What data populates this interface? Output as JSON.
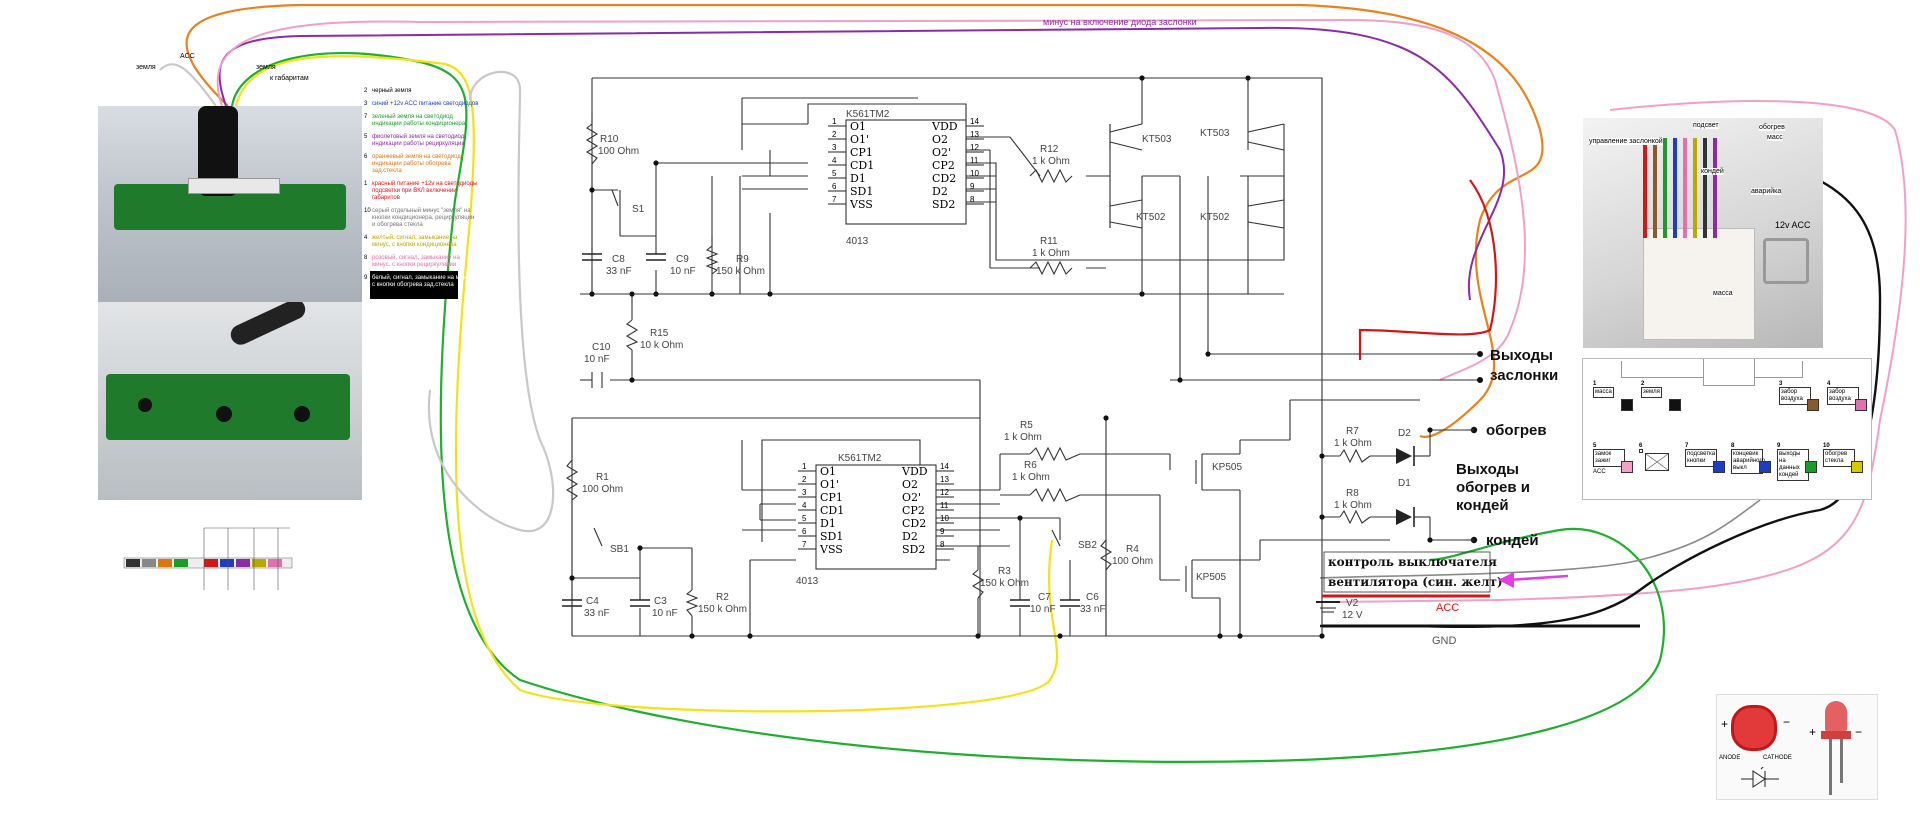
{
  "wire_labels": {
    "top_arc": "минус на включение диода заслонки",
    "ground": "земля",
    "ground_top": "земля",
    "dimmer": "к габаритам",
    "acc_small": "ACC"
  },
  "legend": [
    {
      "num": "2",
      "text": "черный земля",
      "color": "#000000"
    },
    {
      "num": "3",
      "text": "синий +12v ACC питание светодиодов",
      "color": "#1d3fbf"
    },
    {
      "num": "7",
      "text": "зеленый земля на светодиод индикации работы кондиционера",
      "color": "#1c9b2a"
    },
    {
      "num": "5",
      "text": "фиолетовый земля на светодиод индикации работы рециркуляции",
      "color": "#8a2ca6"
    },
    {
      "num": "6",
      "text": "оранжевый земля на светодиод индикации работы обогрева зад.стекла",
      "color": "#d9780f"
    },
    {
      "num": "1",
      "text": "красный питание +12v на светодиоды подсветки при ВКЛ включении габаритов",
      "color": "#d01818"
    },
    {
      "num": "10",
      "text": "серый отдельный минус \"земля\" на кнопки кондиционера, рециркуляции и обогрева стекла",
      "color": "#777777"
    },
    {
      "num": "4",
      "text": "желтый, сигнал, замыкание на минус, с кнопки кондиционера",
      "color": "#b8a800"
    },
    {
      "num": "8",
      "text": "розовый, сигнал, замыкание на минус, с кнопки рециркуляции",
      "color": "#e070b0"
    },
    {
      "num": "9",
      "text": "белый, сигнал, замыкание на минус, с кнопки обогрева зад.стекла",
      "color": "#ffffff"
    }
  ],
  "ic1": {
    "part": "K561TM2",
    "name": "4013",
    "left_pins": [
      [
        "1",
        "O1"
      ],
      [
        "2",
        "O1'"
      ],
      [
        "3",
        "CP1"
      ],
      [
        "4",
        "CD1"
      ],
      [
        "5",
        "D1"
      ],
      [
        "6",
        "SD1"
      ],
      [
        "7",
        "VSS"
      ]
    ],
    "right_pins": [
      [
        "14",
        "VDD"
      ],
      [
        "13",
        "O2"
      ],
      [
        "12",
        "O2'"
      ],
      [
        "11",
        "CP2"
      ],
      [
        "10",
        "CD2"
      ],
      [
        "9",
        "D2"
      ],
      [
        "8",
        "SD2"
      ]
    ]
  },
  "ic2": {
    "part": "K561TM2",
    "name": "4013",
    "left_pins": [
      [
        "1",
        "O1"
      ],
      [
        "2",
        "O1'"
      ],
      [
        "3",
        "CP1"
      ],
      [
        "4",
        "CD1"
      ],
      [
        "5",
        "D1"
      ],
      [
        "6",
        "SD1"
      ],
      [
        "7",
        "VSS"
      ]
    ],
    "right_pins": [
      [
        "14",
        "VDD"
      ],
      [
        "13",
        "O2"
      ],
      [
        "12",
        "O2'"
      ],
      [
        "11",
        "CP2"
      ],
      [
        "10",
        "CD2"
      ],
      [
        "9",
        "D2"
      ],
      [
        "8",
        "SD2"
      ]
    ]
  },
  "components": {
    "R10": [
      "R10",
      "100 Ohm"
    ],
    "S1": "S1",
    "C8": [
      "C8",
      "33 nF"
    ],
    "C9": [
      "C9",
      "10 nF"
    ],
    "R9": [
      "R9",
      "150 k Ohm"
    ],
    "R12": [
      "R12",
      "1 k Ohm"
    ],
    "R11": [
      "R11",
      "1 k Ohm"
    ],
    "T1a": "KT503",
    "T1b": "KT502",
    "T2a": "KT503",
    "T2b": "KT502",
    "C10": [
      "C10",
      "10 nF"
    ],
    "R15": [
      "R15",
      "10 k Ohm"
    ],
    "R1": [
      "R1",
      "100 Ohm"
    ],
    "SB1": "SB1",
    "C4": [
      "C4",
      "33 nF"
    ],
    "C3": [
      "C3",
      "10 nF"
    ],
    "R2": [
      "R2",
      "150 k Ohm"
    ],
    "R5": [
      "R5",
      "1 k Ohm"
    ],
    "R6": [
      "R6",
      "1 k Ohm"
    ],
    "R3": [
      "R3",
      "150 k Ohm"
    ],
    "C7": [
      "C7",
      "10 nF"
    ],
    "SB2": "SB2",
    "C6": [
      "C6",
      "33 nF"
    ],
    "R4": [
      "R4",
      "100 Ohm"
    ],
    "Q1": "KP505",
    "Q2": "KP505",
    "R7": [
      "R7",
      "1 k Ohm"
    ],
    "D2": "D2",
    "R8": [
      "R8",
      "1 k Ohm"
    ],
    "D1": "D1",
    "V2": [
      "V2",
      "12 V"
    ]
  },
  "outputs": {
    "flap_1": "Выходы",
    "flap_2": "заслонки",
    "heat": "обогрев",
    "group_1": "Выходы",
    "group_2": "обогрев и",
    "group_3": "кондей",
    "cond": "кондей",
    "fan_1": "контроль выключателя",
    "fan_2": "вентилятора (син. желт)",
    "acc": "ACC",
    "gnd": "GND"
  },
  "photo_conn": {
    "l1": "управление заслонкой",
    "l2": "подсвет",
    "l3": "кондей",
    "l4": "обогрев",
    "l5": "масс",
    "l6": "масса",
    "l7": "12v ACC",
    "l8": "аварийка"
  },
  "panel": {
    "p1": [
      "1",
      "масса"
    ],
    "p2": [
      "2",
      "земля"
    ],
    "p3": [
      "3",
      "забор воздуха"
    ],
    "p4": [
      "4",
      "забор воздуха"
    ],
    "p5": [
      "5",
      "замок зажиг",
      "ACC"
    ],
    "p6": [
      "6",
      ""
    ],
    "p7": [
      "7",
      "подсветка кнопки"
    ],
    "p8": [
      "8",
      "концевик аварийного выкл"
    ],
    "p9": [
      "9",
      "выходы на данных кондей"
    ],
    "p10": [
      "10",
      "обогрев стекла"
    ]
  },
  "led": {
    "anode": "ANODE",
    "cathode": "CATHODE"
  },
  "colors": {
    "orange": "#e8821c",
    "purple": "#7b1fa2",
    "pink": "#f0a0c8",
    "green": "#1fae2e",
    "yellow": "#f2e21a",
    "red": "#d01818",
    "black": "#111111",
    "grey": "#c8c8c8",
    "magenta_arrow": "#e040e0"
  }
}
